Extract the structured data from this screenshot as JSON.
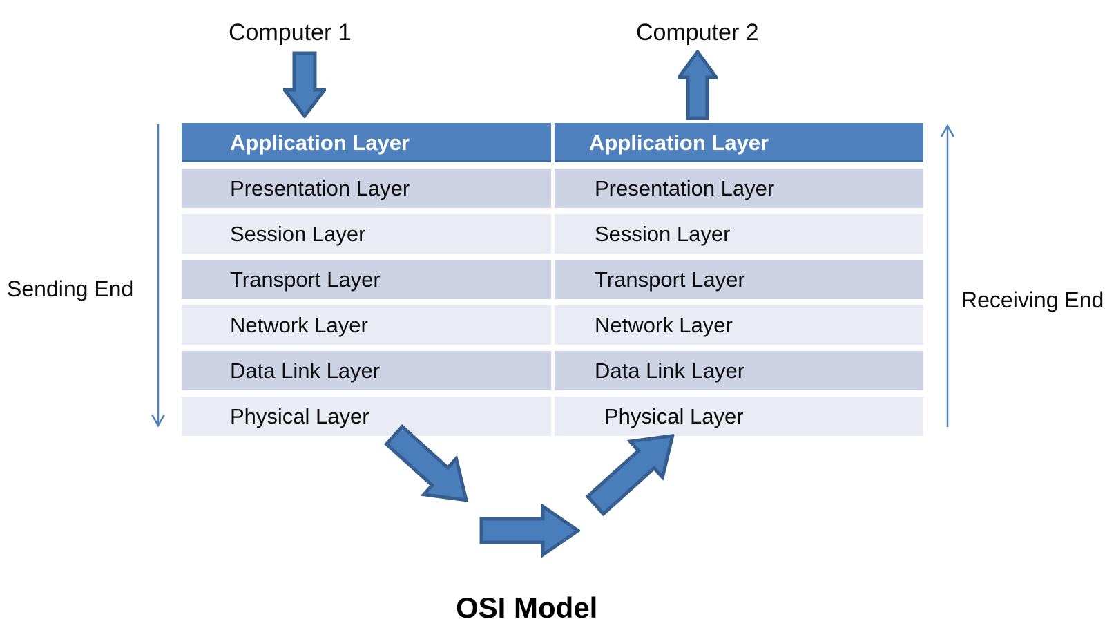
{
  "title": "OSI Model",
  "computers": {
    "left": "Computer 1",
    "right": "Computer 2"
  },
  "sides": {
    "sending": "Sending End",
    "receiving": "Receiving End"
  },
  "stacks": {
    "left": {
      "header": "Application Layer",
      "rows": [
        "Presentation Layer",
        "Session Layer",
        "Transport Layer",
        "Network Layer",
        "Data Link Layer",
        "Physical Layer"
      ]
    },
    "right": {
      "header": "Application Layer",
      "rows": [
        "Presentation Layer",
        "Session Layer",
        "Transport Layer",
        "Network Layer",
        "Data Link Layer",
        "Physical Layer"
      ]
    }
  },
  "icons": {
    "computer1_arrow": "down-block-arrow",
    "computer2_arrow": "up-block-arrow",
    "sending_arrow": "thin-down-arrow",
    "receiving_arrow": "thin-up-arrow",
    "transmission_arrows": [
      "down-right-block-arrow",
      "right-block-arrow",
      "up-right-block-arrow"
    ]
  },
  "colors": {
    "header_bg": "#4e81bd",
    "header_text": "#ffffff",
    "row_dark": "#cdd3e4",
    "row_light": "#e9ecf4",
    "arrow_fill": "#4a7ebb",
    "arrow_stroke": "#365f91",
    "thin_arrow": "#4f81bd",
    "text": "#0d0d0d"
  }
}
